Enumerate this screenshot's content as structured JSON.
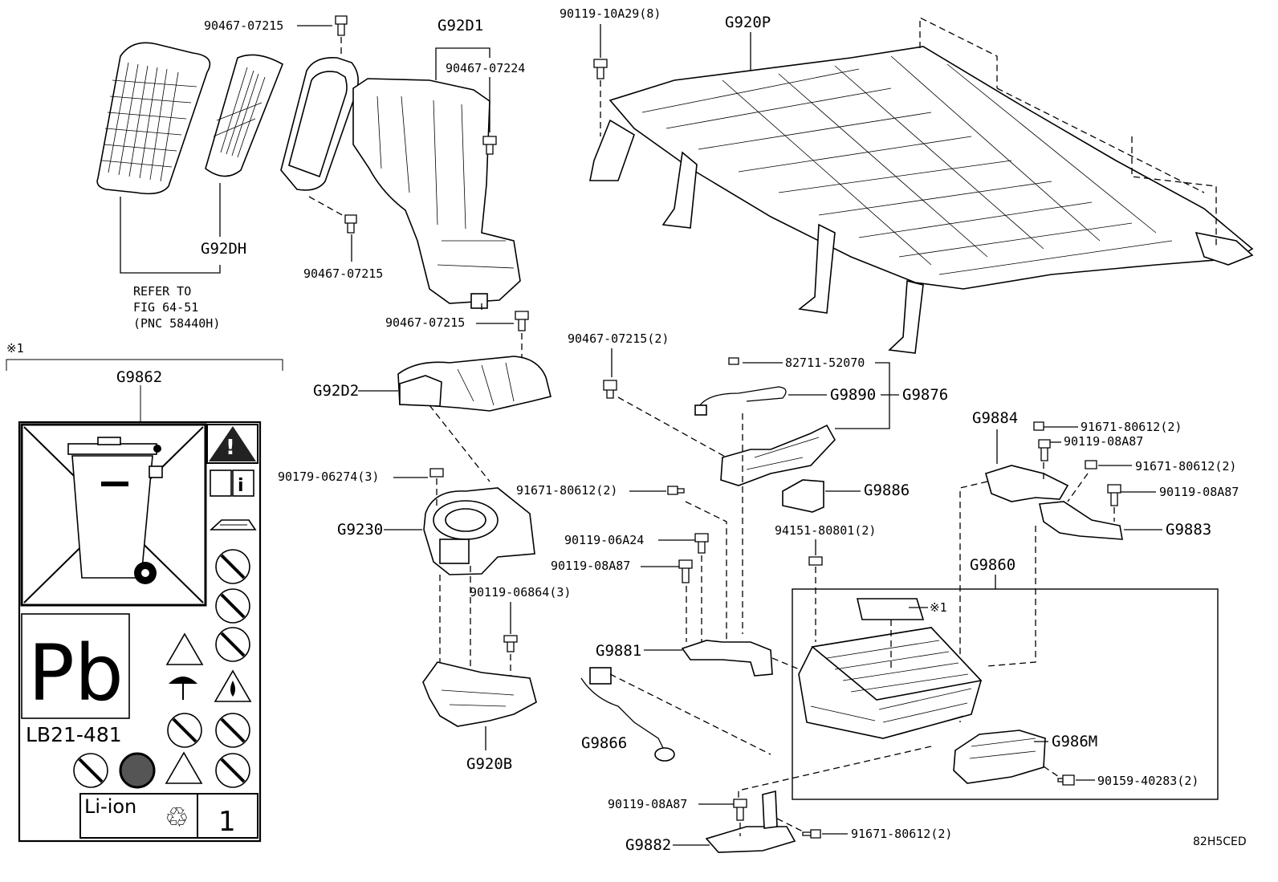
{
  "diagram_id": "82H5CED",
  "callouts": {
    "c_90467_07215_top": "90467-07215",
    "c_G92D1": "G92D1",
    "c_90467_07224": "90467-07224",
    "c_90119_10A29": "90119-10A29(8)",
    "c_G920P": "G920P",
    "c_G92DH": "G92DH",
    "c_90467_07215_mid": "90467-07215",
    "c_refer1": "REFER TO",
    "c_refer2": "FIG 64-51",
    "c_refer3": "(PNC 58440H)",
    "c_90467_07215_low": "90467-07215",
    "c_note_mark": "※1",
    "c_G9862": "G9862",
    "c_90467_07215_2": "90467-07215(2)",
    "c_82711": "82711-52070",
    "c_G92D2": "G92D2",
    "c_G9890": "G9890",
    "c_G9876": "G9876",
    "c_G9884": "G9884",
    "c_91671_a": "91671-80612(2)",
    "c_90119_08A87_a": "90119-08A87",
    "c_90179": "90179-06274(3)",
    "c_91671_b": "91671-80612(2)",
    "c_G9886": "G9886",
    "c_91671_c": "91671-80612(2)",
    "c_90119_08A87_b": "90119-08A87",
    "c_G9230": "G9230",
    "c_90119_06A24": "90119-06A24",
    "c_G9883": "G9883",
    "c_94151": "94151-80801(2)",
    "c_90119_08A87_c": "90119-08A87",
    "c_G9860": "G9860",
    "c_90119_06864": "90119-06864(3)",
    "c_note_mark2": "※1",
    "c_G9881": "G9881",
    "c_G986M": "G986M",
    "c_G9866": "G9866",
    "c_G920B": "G920B",
    "c_90159": "90159-40283(2)",
    "c_90119_08A87_d": "90119-08A87",
    "c_91671_d": "91671-80612(2)",
    "c_G9882": "G9882"
  },
  "label_sheet": {
    "chem": "Pb",
    "code": "LB21-481",
    "battery": "Li-ion",
    "count": "1"
  }
}
